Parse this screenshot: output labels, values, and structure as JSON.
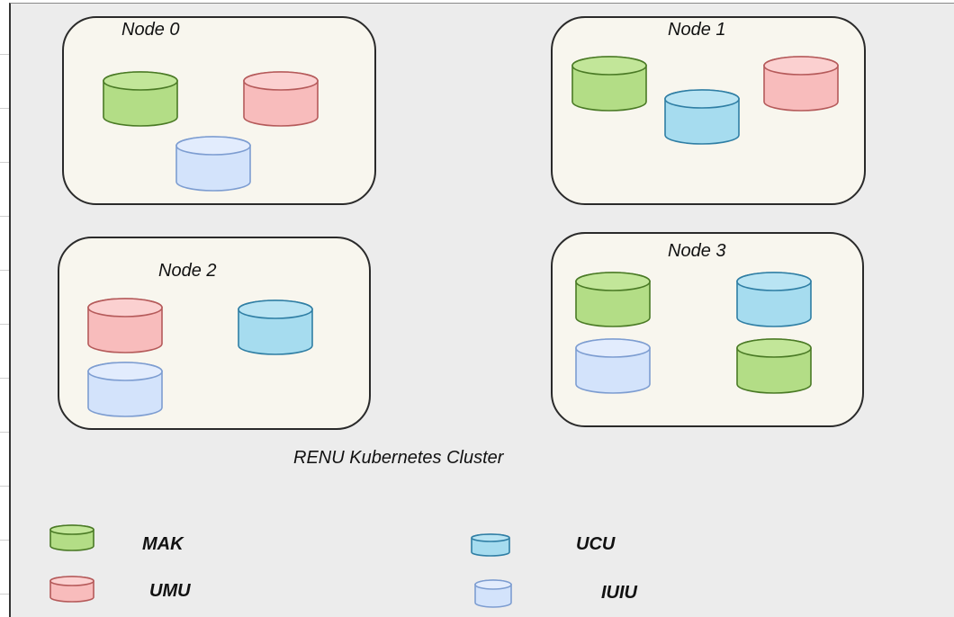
{
  "colors": {
    "MAK": {
      "fill": "#b3dd86",
      "top": "#c2e699",
      "stroke": "#4a7a25"
    },
    "UMU": {
      "fill": "#f8bcbc",
      "top": "#fbd0d0",
      "stroke": "#b55a5a"
    },
    "UCU": {
      "fill": "#a6dcef",
      "top": "#b9e4f3",
      "stroke": "#2f7ea4"
    },
    "IUIU": {
      "fill": "#d3e3fb",
      "top": "#e2ecfd",
      "stroke": "#7d9dd1"
    }
  },
  "nodes": [
    {
      "label": "Node 0",
      "cylinders": [
        "MAK",
        "UMU",
        "IUIU"
      ]
    },
    {
      "label": "Node 1",
      "cylinders": [
        "MAK",
        "UCU",
        "UMU"
      ]
    },
    {
      "label": "Node 2",
      "cylinders": [
        "UMU",
        "UCU",
        "IUIU"
      ]
    },
    {
      "label": "Node 3",
      "cylinders": [
        "MAK",
        "UCU",
        "IUIU",
        "MAK"
      ]
    }
  ],
  "cluster_label": "RENU Kubernetes Cluster",
  "legend": [
    {
      "label": "MAK",
      "type": "MAK"
    },
    {
      "label": "UCU",
      "type": "UCU"
    },
    {
      "label": "UMU",
      "type": "UMU"
    },
    {
      "label": "IUIU",
      "type": "IUIU"
    }
  ]
}
